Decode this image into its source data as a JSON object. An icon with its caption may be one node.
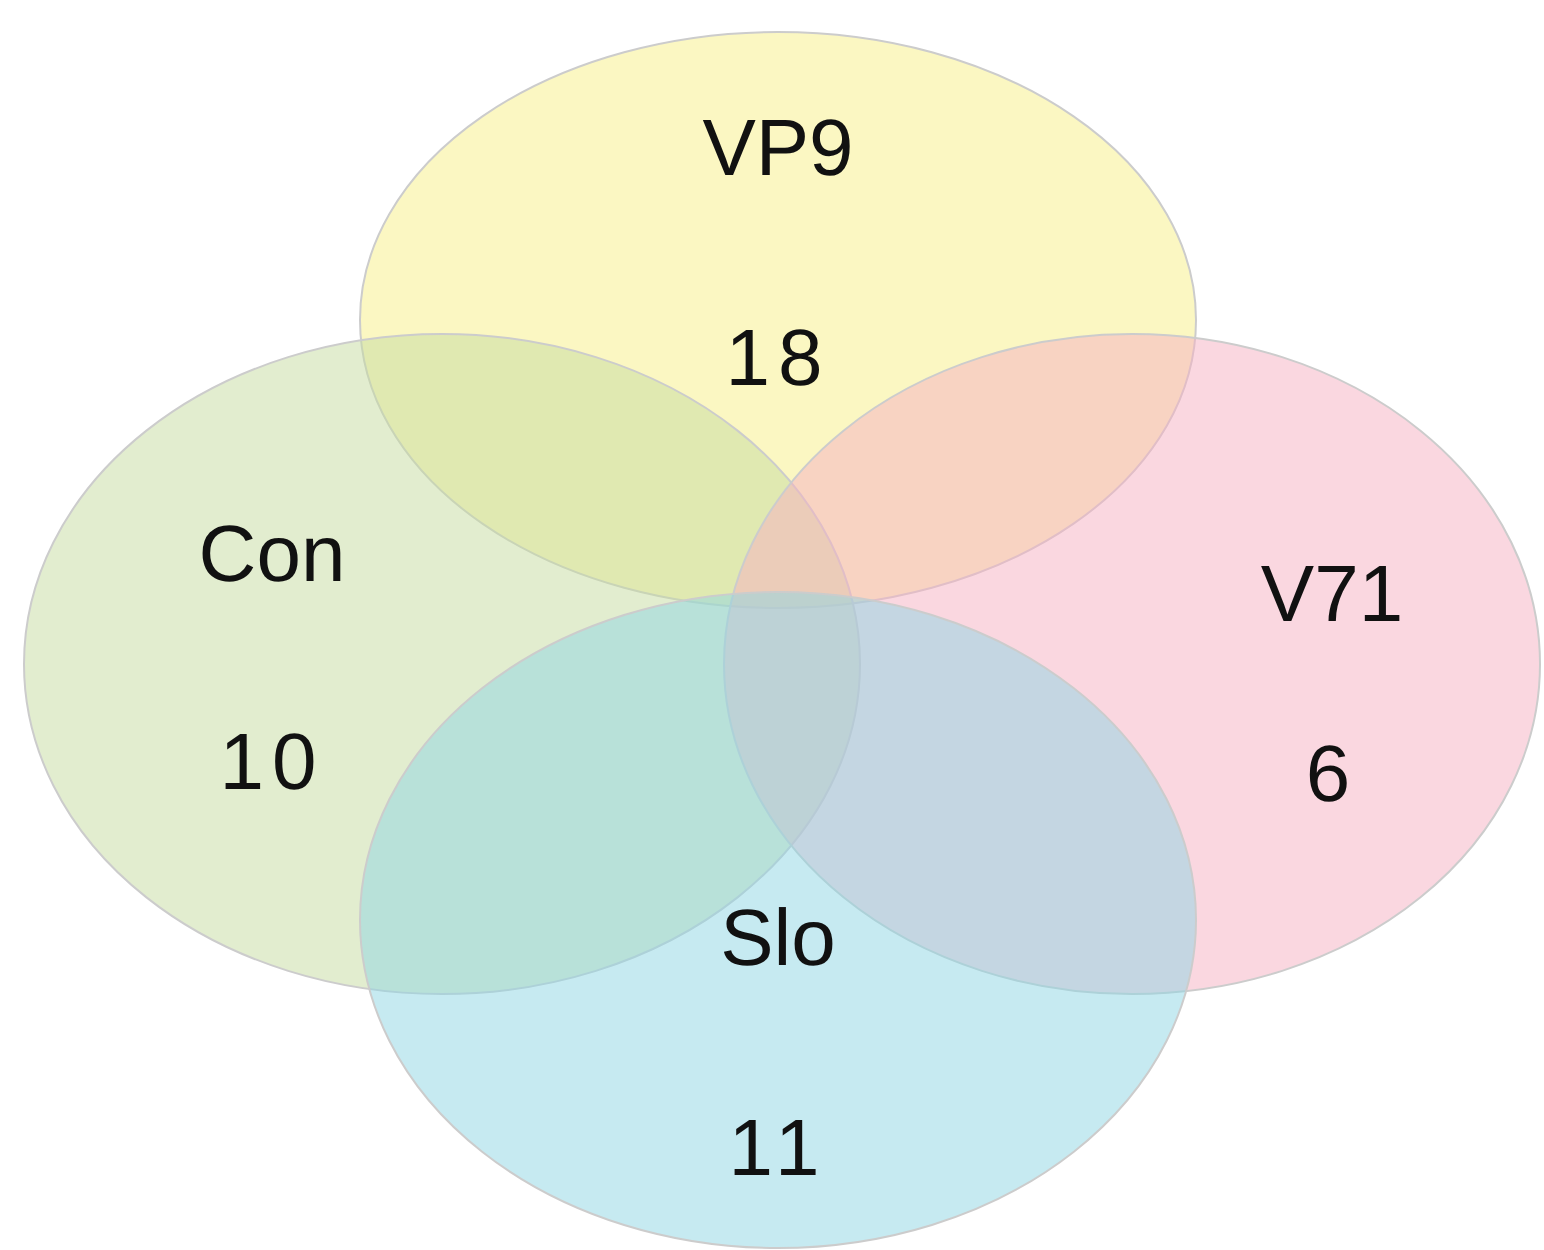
{
  "diagram": {
    "nodes": [
      {
        "text": [
          "VP9",
          "18"
        ]
      },
      {
        "text": [
          "Con",
          "10"
        ]
      },
      {
        "text": [
          "V71",
          "6"
        ]
      },
      {
        "text": [
          "Slo",
          "11"
        ]
      }
    ],
    "edges": []
  }
}
